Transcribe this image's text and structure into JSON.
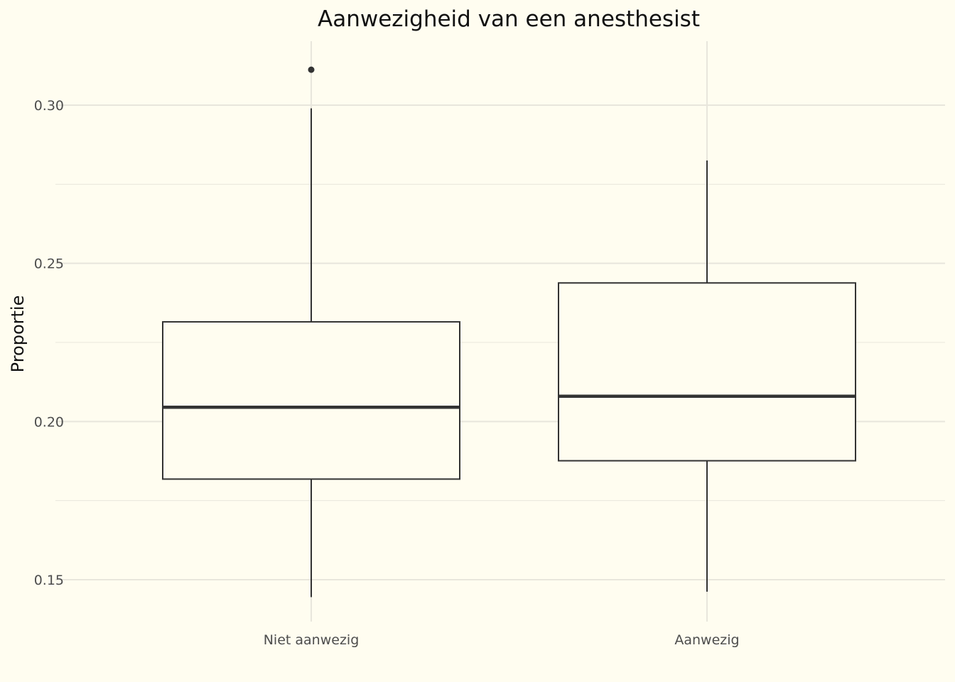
{
  "chart_data": {
    "type": "boxplot",
    "title": "Aanwezigheid van een anesthesist",
    "xlabel": "",
    "ylabel": "Proportie",
    "categories": [
      "Niet aanwezig",
      "Aanwezig"
    ],
    "y_ticks": [
      "0.15",
      "0.20",
      "0.25",
      "0.30"
    ],
    "ylim": [
      0.1395,
      0.3225
    ],
    "grid": true,
    "boxes": [
      {
        "category": "Niet aanwezig",
        "whisker_low": 0.1445,
        "q1": 0.1818,
        "median": 0.2045,
        "q3": 0.2315,
        "whisker_high": 0.299,
        "outliers": [
          0.3112
        ]
      },
      {
        "category": "Aanwezig",
        "whisker_low": 0.1462,
        "q1": 0.1876,
        "median": 0.208,
        "q3": 0.2438,
        "whisker_high": 0.2825,
        "outliers": []
      }
    ],
    "colors": {
      "background": "#fffdf0",
      "grid": "#e8e6dc",
      "box_stroke": "#333333",
      "box_fill": "#fffdf0",
      "outlier": "#333333"
    }
  }
}
